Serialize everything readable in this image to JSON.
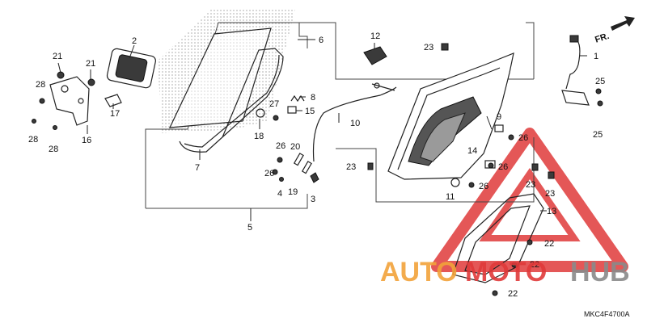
{
  "diagram": {
    "reference_code": "MKC4F4700A",
    "direction_label": "FR.",
    "labels": {
      "l1": "1",
      "l2": "2",
      "l3": "3",
      "l4": "4",
      "l5": "5",
      "l6": "6",
      "l7": "7",
      "l8": "8",
      "l9": "9",
      "l10": "10",
      "l11": "11",
      "l12": "12",
      "l13": "13",
      "l14": "14",
      "l15": "15",
      "l16": "16",
      "l17": "17",
      "l18": "18",
      "l19": "19",
      "l20": "20",
      "l21": "21",
      "l22": "22",
      "l23": "23",
      "l25": "25",
      "l26": "26",
      "l27": "27",
      "l28": "28"
    }
  },
  "watermark": {
    "part1": "AUTO",
    "part2": "MOTO",
    "part3": "HUB",
    "colors": {
      "orange": "#f2a33a",
      "gray": "#8a8a8a",
      "red": "#e03a3a"
    }
  }
}
